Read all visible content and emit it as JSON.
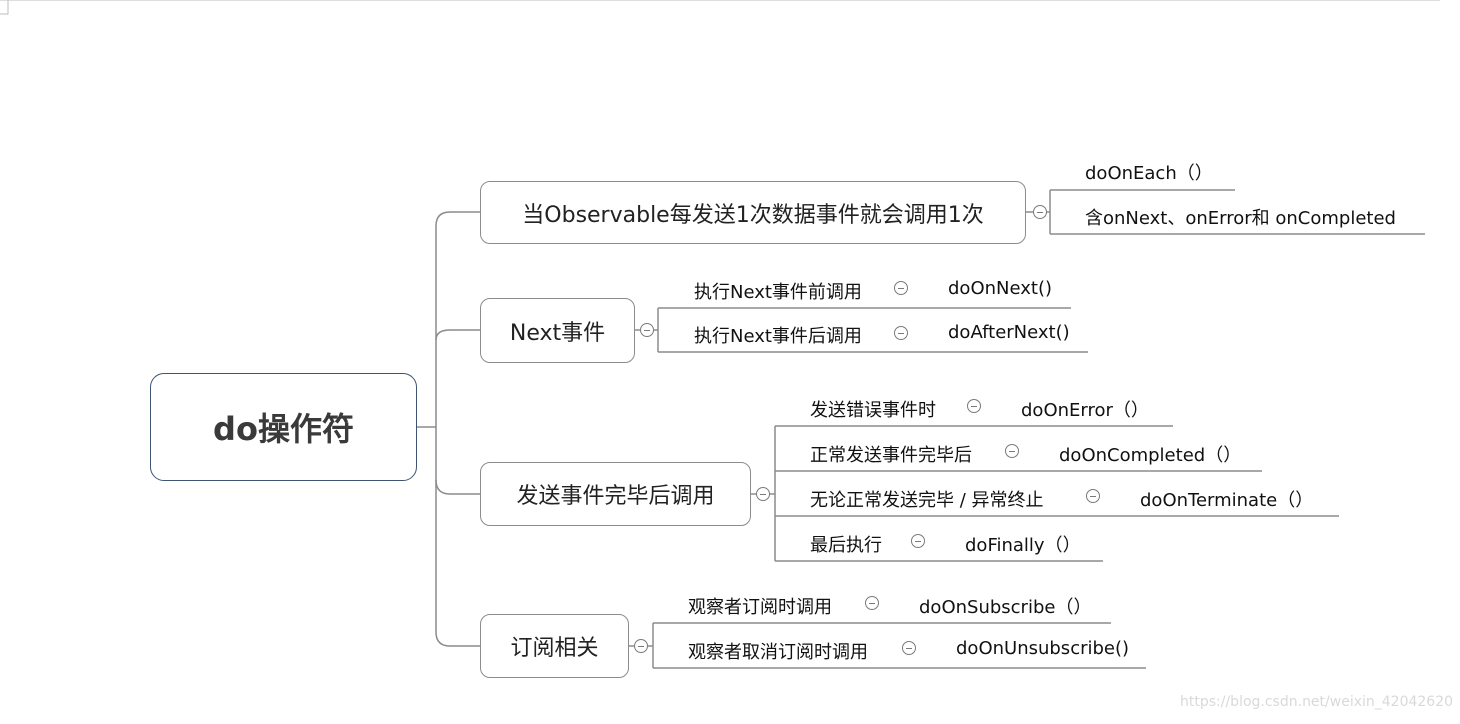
{
  "root": {
    "label": "do操作符"
  },
  "branches": [
    {
      "label": "当Observable每发送1次数据事件就会调用1次",
      "items": [
        {
          "text": "doOnEach（）"
        },
        {
          "text": "含onNext、onError和 onCompleted"
        }
      ]
    },
    {
      "label": "Next事件",
      "items": [
        {
          "text": "执行Next事件前调用",
          "method": "doOnNext()"
        },
        {
          "text": "执行Next事件后调用",
          "method": "doAfterNext()"
        }
      ]
    },
    {
      "label": "发送事件完毕后调用",
      "items": [
        {
          "text": "发送错误事件时",
          "method": "doOnError（）"
        },
        {
          "text": "正常发送事件完毕后",
          "method": "doOnCompleted（）"
        },
        {
          "text": "无论正常发送完毕 / 异常终止",
          "method": "doOnTerminate（）"
        },
        {
          "text": "最后执行",
          "method": "doFinally（）"
        }
      ]
    },
    {
      "label": "订阅相关",
      "items": [
        {
          "text": "观察者订阅时调用",
          "method": "doOnSubscribe（）"
        },
        {
          "text": "观察者取消订阅时调用",
          "method": "doOnUnsubscribe()"
        }
      ]
    }
  ],
  "watermark": "https://blog.csdn.net/weixin_42042620",
  "icons": {
    "collapse": "collapse-circle-icon"
  },
  "colors": {
    "root_border": "#3f5475",
    "branch_border": "#8c8c8c",
    "line": "#8c8c8c"
  }
}
